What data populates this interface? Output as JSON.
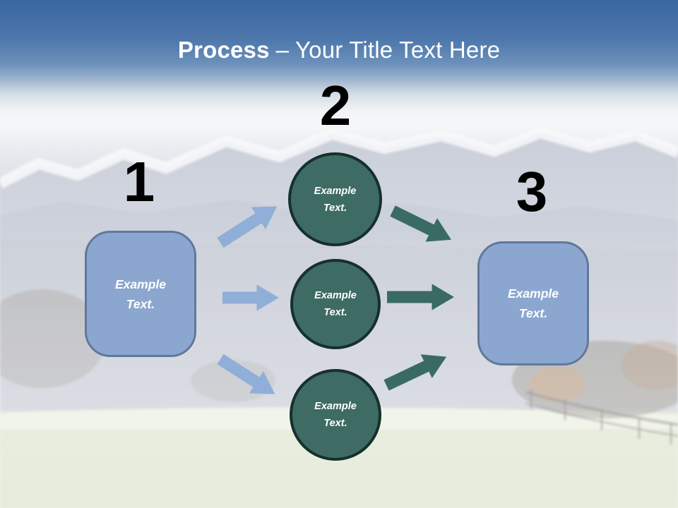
{
  "title": {
    "keyword": "Process",
    "rest": "– Your Title Text Here"
  },
  "steps": [
    {
      "number": "1"
    },
    {
      "number": "2"
    },
    {
      "number": "3"
    }
  ],
  "left_box": {
    "label": "Example Text."
  },
  "right_box": {
    "label": "Example Text."
  },
  "circles": [
    {
      "label": "Example Text."
    },
    {
      "label": "Example Text."
    },
    {
      "label": "Example Text."
    }
  ],
  "colors": {
    "sky_top": "#3A66A1",
    "title_text": "#FFFFFF",
    "number_text": "#000000",
    "box_fill": "#8CA7CF",
    "box_border": "#60789D",
    "circle_fill": "#3E6B64",
    "circle_border": "#16302D",
    "arrow_blue": "#8FAFD8",
    "arrow_teal": "#3A6B63"
  }
}
